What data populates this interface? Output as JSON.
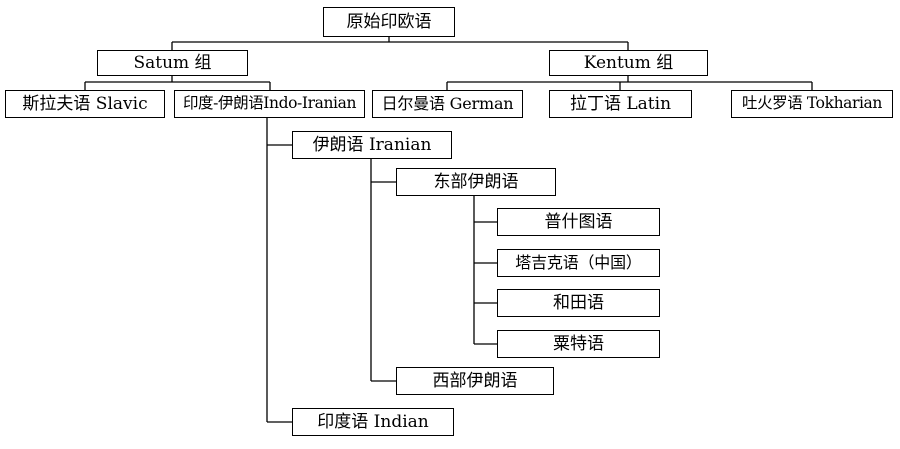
{
  "nodes": {
    "root": "原始印欧语",
    "satum": "Satum 组",
    "kentum": "Kentum 组",
    "slavic": "斯拉夫语 Slavic",
    "indo_iranian": "印度-伊朗语Indo-Iranian",
    "german": "日尔曼语 German",
    "latin": "拉丁语 Latin",
    "tokharian": "吐火罗语 Tokharian",
    "iranian": "伊朗语 Iranian",
    "east_iranian": "东部伊朗语",
    "pashto": "普什图语",
    "tajik": "塔吉克语（中国）",
    "khotanese": "和田语",
    "sogdian": "粟特语",
    "west_iranian": "西部伊朗语",
    "indian": "印度语 Indian"
  },
  "colors": {
    "line": "#000000",
    "box_border": "#000000",
    "background": "#ffffff"
  }
}
